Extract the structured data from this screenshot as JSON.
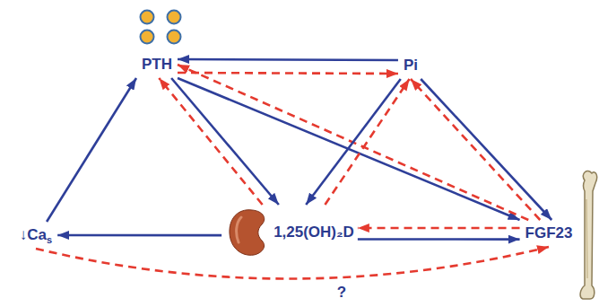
{
  "diagram": {
    "nodes": [
      {
        "text": [
          "PTH"
        ]
      },
      {
        "text": [
          "Pi"
        ]
      },
      {
        "text": [
          "↓Ca",
          "s"
        ]
      },
      {
        "text": [
          "1,25(OH)₂D"
        ]
      },
      {
        "text": [
          "FGF23"
        ]
      }
    ],
    "edges": [
      {
        "from": 2,
        "to": 0,
        "arrow": "to"
      },
      {
        "from": 1,
        "to": 0,
        "arrow": "to"
      },
      {
        "from": 0,
        "to": 1,
        "arrow": "to"
      },
      {
        "from": 0,
        "to": 3,
        "arrow": "to"
      },
      {
        "from": 3,
        "to": 0,
        "arrow": "to"
      },
      {
        "from": 0,
        "to": 4,
        "arrow": "to"
      },
      {
        "from": 4,
        "to": 0,
        "arrow": "to"
      },
      {
        "from": 1,
        "to": 3,
        "arrow": "to"
      },
      {
        "from": 3,
        "to": 1,
        "arrow": "to"
      },
      {
        "from": 1,
        "to": 4,
        "arrow": "to"
      },
      {
        "from": 4,
        "to": 1,
        "arrow": "to"
      },
      {
        "from": 3,
        "to": 4,
        "arrow": "to"
      },
      {
        "from": 4,
        "to": 3,
        "arrow": "to"
      },
      {
        "from": 3,
        "to": 2,
        "arrow": "to"
      },
      {
        "from": 2,
        "to": 4,
        "arrow": "to",
        "label": "?"
      }
    ]
  }
}
